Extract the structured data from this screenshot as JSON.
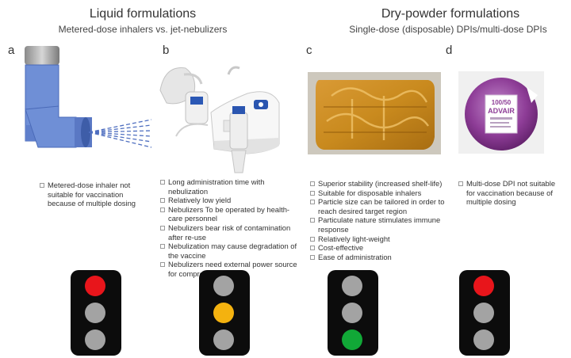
{
  "left_header": {
    "title": "Liquid formulations",
    "subtitle": "Metered-dose inhalers vs. jet-nebulizers"
  },
  "right_header": {
    "title": "Dry-powder formulations",
    "subtitle": "Single-dose (disposable) DPIs/multi-dose DPIs"
  },
  "panels": [
    {
      "letter": "a",
      "image": "metered-dose-inhaler-icon",
      "bullets": [
        "Metered-dose inhaler not suitable for vaccination because of multiple dosing"
      ],
      "traffic_light": "red"
    },
    {
      "letter": "b",
      "image": "jet-nebulizer-icon",
      "bullets": [
        "Long administration time with nebulization",
        "Relatively low yield",
        "Nebulizers To be operated by health-care personnel",
        "Nebulizers bear risk of contamination after re-use",
        "Nebulization may cause degradation of the vaccine",
        "Nebulizers need external power source for compressed air"
      ],
      "traffic_light": "yellow"
    },
    {
      "letter": "c",
      "image": "disposable-dpi-icon",
      "bullets": [
        "Superior stability (increased shelf-life)",
        "Suitable for disposable inhalers",
        "Particle size can be tailored in order to reach desired target region",
        "Particulate nature stimulates immune response",
        "Relatively light-weight",
        "Cost-effective",
        "Ease of administration"
      ],
      "traffic_light": "green"
    },
    {
      "letter": "d",
      "image": "multi-dose-dpi-icon",
      "bullets": [
        "Multi-dose DPI not suitable for vaccination because of multiple dosing"
      ],
      "traffic_light": "red"
    }
  ],
  "advair_label": {
    "top": "100/50",
    "brand": "ADVAIR"
  },
  "colors": {
    "red": "#e8151b",
    "yellow": "#f4b20f",
    "green": "#11a837",
    "off": "#a3a3a3",
    "housing": "#0c0c0c",
    "inhaler_blue": "#6f8fd6",
    "advair_purple": "#8e3d97",
    "dpi_amber": "#c98a1e"
  }
}
